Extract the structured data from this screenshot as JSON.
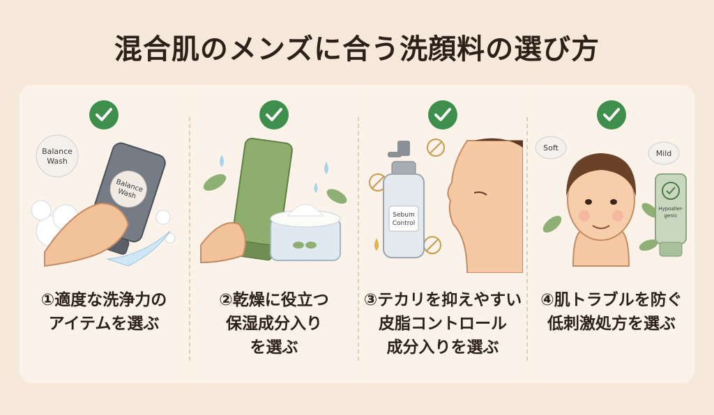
{
  "title": "混合肌のメンズに合う洗顔料の選び方",
  "cards": [
    {
      "caption_lines": [
        "①適度な洗浄力の",
        "アイテムを選ぶ"
      ],
      "tube_label": "Balance Wash",
      "bubble_label": "Balance Wash",
      "icon": "check-icon"
    },
    {
      "caption_lines": [
        "②乾燥に役立つ",
        "保湿成分入り",
        "を選ぶ"
      ],
      "icon": "check-icon"
    },
    {
      "caption_lines": [
        "③テカリを抑えやすい",
        "皮脂コントロール",
        "成分入りを選ぶ"
      ],
      "bottle_label": "Sebum Control",
      "icon": "check-icon"
    },
    {
      "caption_lines": [
        "④肌トラブルを防ぐ",
        "低刺激処方を選ぶ"
      ],
      "bubble_soft": "Soft",
      "bubble_mild": "Mild",
      "tube_label": "Hypoallergenic",
      "icon": "check-icon"
    }
  ],
  "colors": {
    "background": "#f6e9dc",
    "check": "#3f8f4c",
    "text": "#2c2018"
  }
}
